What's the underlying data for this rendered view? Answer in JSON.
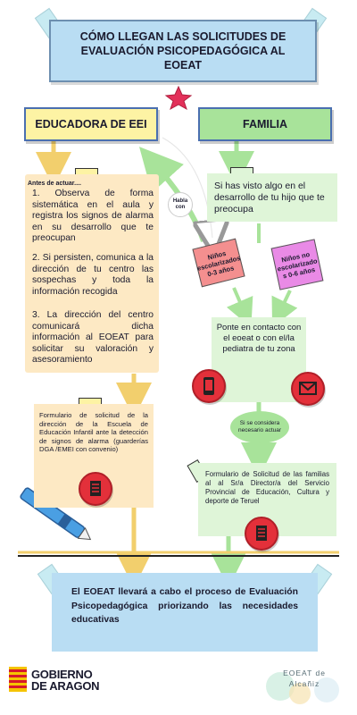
{
  "title": "CÓMO LLEGAN LAS SOLICITUDES DE EVALUACIÓN PSICOPEDAGÓGICA AL EOEAT",
  "headers": {
    "left": "EDUCADORA DE EEI",
    "right": "FAMILIA"
  },
  "left_panel": {
    "label": "Antes de actuar....",
    "steps": [
      "1. Observa de forma sistemática en el aula y registra los signos de alarma en su desarrollo que te preocupan",
      "2. Si persisten, comunica a la dirección de tu centro las sospechas y toda la información recogida",
      "3. La dirección del centro comunicará dicha información al EOEAT para solicitar su valoración y asesoramiento"
    ]
  },
  "habla_con": "Habla con",
  "family_question": "Si has visto algo en el desarrollo de tu hijo que te preocupa",
  "badges": {
    "schooled": "Niños escolarizados 0-3 años",
    "not_schooled": "Niños no escolarizado s 0-6 años"
  },
  "contact": "Ponte en contacto con el eoeat o con el/la pediatra de tu zona",
  "considered": "Si se considera necesario actuar",
  "form_left": "Formulario de solicitud de la dirección de la Escuela de Educación Infantil ante la detección de signos de alarma (guarderías DGA /EMEI con convenio)",
  "form_right": "Formulario de Solicitud de las familias al al Sr/a Director/a del Servicio Provincial de Educación, Cultura y deporte de Teruel",
  "final": "El EOEAT llevará a cabo el proceso de Evaluación Psicopedagógica priorizando las necesidades educativas",
  "logo": {
    "line1": "GOBIERNO",
    "line2": "DE ARAGON"
  },
  "eoeat_logo": {
    "line1": "EOEAT de",
    "line2": "Alcañiz"
  },
  "colors": {
    "blue_box": "#b9ddf3",
    "yellow": "#fdf3a4",
    "green": "#a8e39a",
    "peach": "#fde9c4",
    "light_green": "#dff5d8",
    "red_icon": "#e3303a",
    "pink_badge": "#f48f8f",
    "magenta_badge": "#e98ae6"
  }
}
